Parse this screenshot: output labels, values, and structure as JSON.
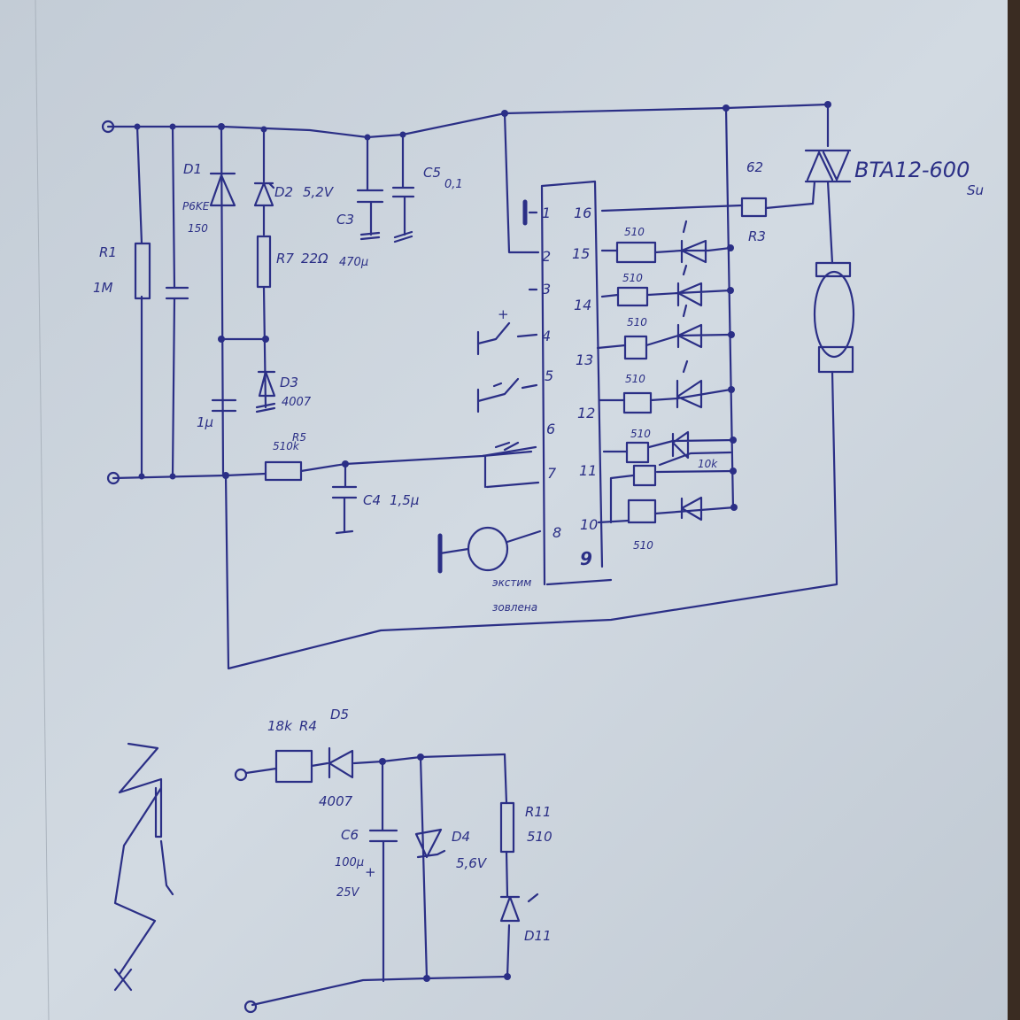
{
  "colors": {
    "ink": "#2b2f86",
    "paper": "#cdd6df",
    "edge": "#3a2c22"
  },
  "top_circuit": {
    "R1": {
      "name": "R1",
      "value": "1M"
    },
    "D1": {
      "name": "D1",
      "part": "P6KE",
      "value": "150"
    },
    "D2": {
      "name": "D2",
      "value": "5,2V"
    },
    "R7": {
      "name": "R7",
      "value": "22Ω"
    },
    "C3": {
      "name": "C3",
      "value": "470µ"
    },
    "C5": {
      "name": "C5",
      "value": "0,1"
    },
    "D3": {
      "name": "D3",
      "value": "4007"
    },
    "C_1u": {
      "value": "1µ"
    },
    "R5": {
      "name": "R5",
      "value": "510k"
    },
    "C4": {
      "name": "C4",
      "value": "1,5µ"
    },
    "switch_plus": "+",
    "switch_minus": "−",
    "ic_left_pins": [
      "1",
      "2",
      "3",
      "4",
      "5",
      "6",
      "7",
      "8"
    ],
    "ic_right_pins": [
      "16",
      "15",
      "14",
      "13",
      "12",
      "11",
      "10",
      "9"
    ],
    "led_resistors": [
      "510",
      "510",
      "510",
      "510",
      "510",
      "510"
    ],
    "resistor_10k": "10k",
    "resistor_bottom": "510",
    "R3": {
      "name": "R3",
      "value": "62"
    },
    "triac": "BTA12-600",
    "triac_note": "Su",
    "speaker_label_1": "экстим",
    "speaker_label_2": "зовлена"
  },
  "bottom_circuit": {
    "R4": {
      "name": "R4",
      "value": "18k"
    },
    "D5": {
      "name": "D5",
      "value": "4007"
    },
    "C6": {
      "name": "C6",
      "value": "100µ",
      "voltage": "25V",
      "polarity": "+"
    },
    "D4": {
      "name": "D4",
      "value": "5,6V"
    },
    "R11": {
      "name": "R11",
      "value": "510"
    },
    "D11": {
      "name": "D11"
    }
  }
}
